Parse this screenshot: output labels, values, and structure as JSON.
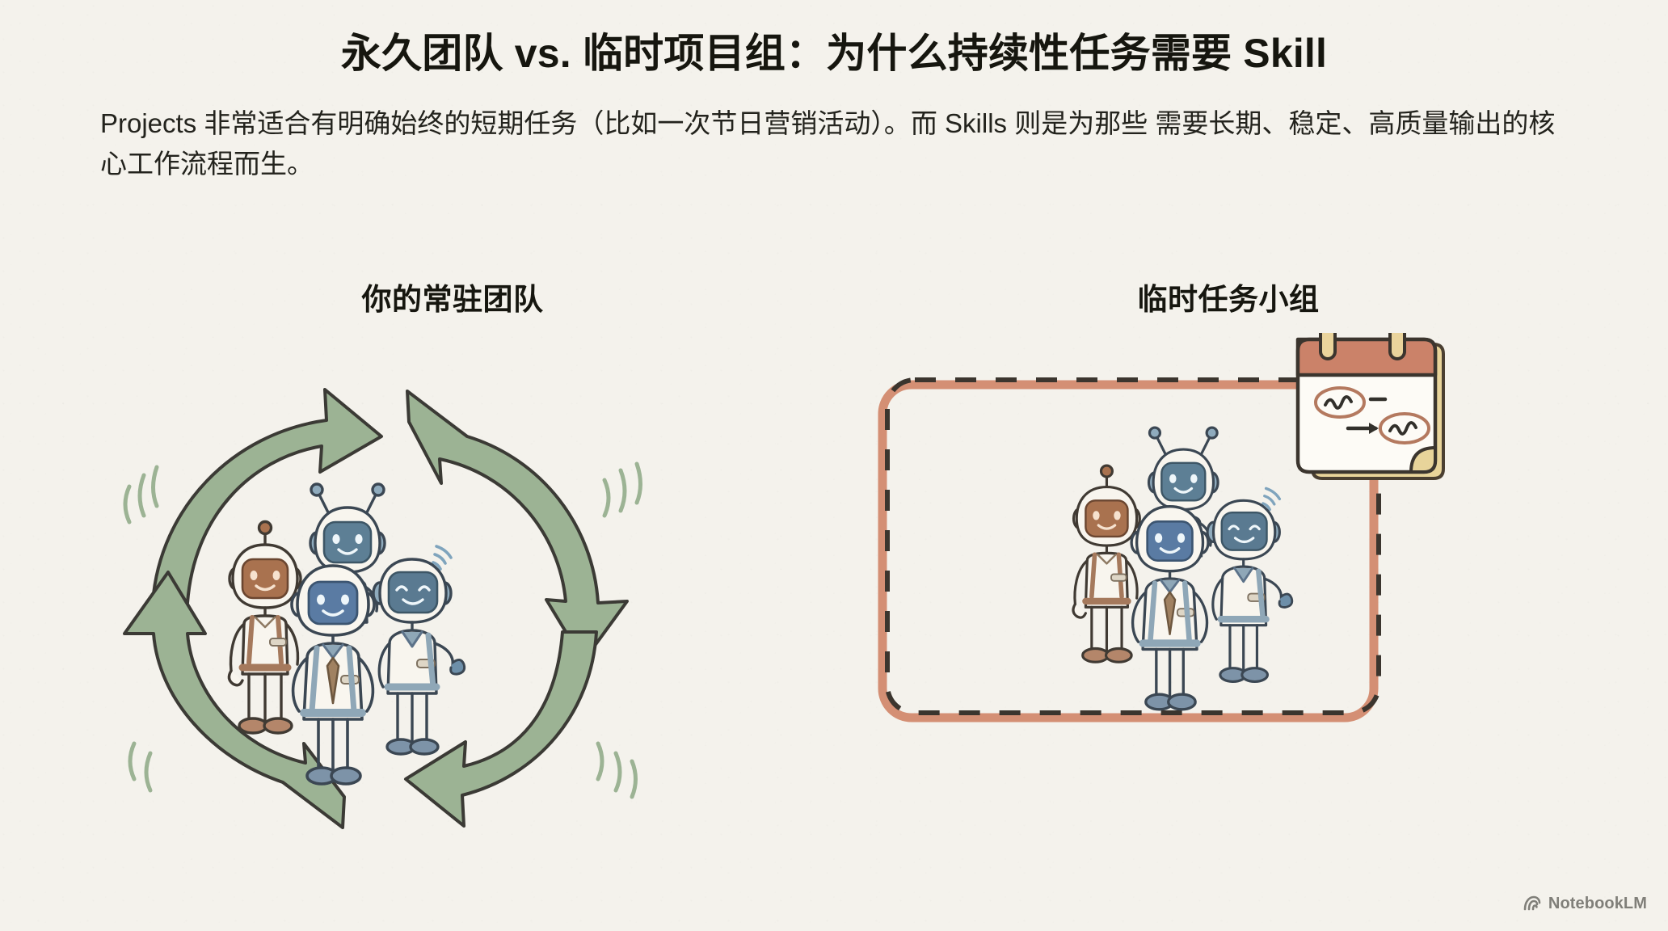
{
  "slide": {
    "title": "永久团队 vs. 临时项目组：为什么持续性任务需要 Skill",
    "subtitle_line1": "Projects 非常适合有明确始终的短期任务（比如一次节日营销活动）。而 Skills 则是为那些",
    "subtitle_line2": "需要长期、稳定、高质量输出的核心工作流程而生。",
    "background_color": "#f4f2ec",
    "text_color": "#16160f"
  },
  "panels": {
    "left": {
      "heading": "你的常驻团队",
      "illustration": "cycle-arrows-with-robot-team",
      "accent_color": "#9cb394",
      "arrow_count": 4
    },
    "right": {
      "heading": "临时任务小组",
      "illustration": "dashed-box-with-robot-team-and-calendar",
      "accent_color": "#cb8269",
      "border_style": "dashed"
    }
  },
  "robots": {
    "left_group": [
      {
        "name": "robot-brown",
        "skin": "#a9724f",
        "accent": "#a5795c"
      },
      {
        "name": "robot-top-blue",
        "skin": "#5d7f95",
        "accent": "#8fabbd"
      },
      {
        "name": "robot-front-blue",
        "skin": "#5a7ba3",
        "accent": "#7e96ad"
      },
      {
        "name": "robot-right-blue",
        "skin": "#5a7a91",
        "accent": "#8aa7b8"
      }
    ],
    "right_group": [
      {
        "name": "robot-brown",
        "skin": "#a9724f",
        "accent": "#a5795c"
      },
      {
        "name": "robot-top-blue",
        "skin": "#5d7f95",
        "accent": "#8fabbd"
      },
      {
        "name": "robot-front-blue",
        "skin": "#5a7ba3",
        "accent": "#7e96ad"
      },
      {
        "name": "robot-right-blue",
        "skin": "#5a7a91",
        "accent": "#8aa7b8"
      }
    ]
  },
  "calendar": {
    "name": "calendar-icon",
    "header_color": "#cb8269",
    "ring_color": "#e8d49a",
    "page_color": "#fdfbf6"
  },
  "watermark": {
    "label": "NotebookLM",
    "icon": "notebooklm-logo-icon"
  }
}
